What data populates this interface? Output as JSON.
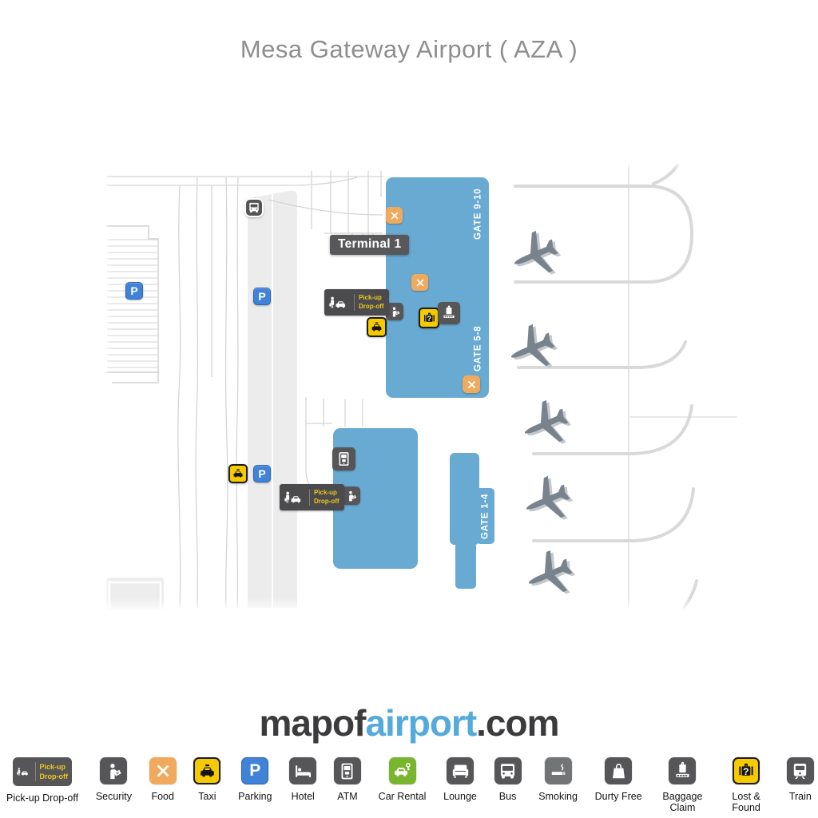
{
  "title": "Mesa Gateway Airport ( AZA )",
  "logo": {
    "prefix": "mapof",
    "highlight": "airport",
    "suffix": ".com"
  },
  "map": {
    "terminal_label": "Terminal 1",
    "gates": [
      {
        "label": "GATE 9-10"
      },
      {
        "label": "GATE 5-8"
      },
      {
        "label": "GATE 1-4"
      }
    ],
    "pickup_badge": {
      "line1": "Pick-up",
      "line2": "Drop-off"
    },
    "icons": {
      "parking_glyph": "P",
      "lost_found_glyph": "?"
    }
  },
  "legend": {
    "items": [
      {
        "label": "Pick-up Drop-off",
        "icon": "pickup-dropoff"
      },
      {
        "label": "Security",
        "icon": "security"
      },
      {
        "label": "Food",
        "icon": "food"
      },
      {
        "label": "Taxi",
        "icon": "taxi"
      },
      {
        "label": "Parking",
        "icon": "parking"
      },
      {
        "label": "Hotel",
        "icon": "hotel"
      },
      {
        "label": "ATM",
        "icon": "atm"
      },
      {
        "label": "Car Rental",
        "icon": "car-rental"
      },
      {
        "label": "Lounge",
        "icon": "lounge"
      },
      {
        "label": "Bus",
        "icon": "bus"
      },
      {
        "label": "Smoking",
        "icon": "smoking"
      },
      {
        "label": "Durty Free",
        "icon": "duty-free"
      },
      {
        "label": "Baggage Claim",
        "icon": "baggage-claim"
      },
      {
        "label": "Lost & Found",
        "icon": "lost-found"
      },
      {
        "label": "Train",
        "icon": "train"
      }
    ]
  },
  "colors": {
    "terminal_blue": "#69aad2",
    "accent_yellow": "#f6ca00",
    "food_orange": "#f0aa5e",
    "parking_blue": "#3f82d8",
    "car_rental_green": "#79b52e",
    "dark_badge": "#565658",
    "logo_blue": "#54aadc",
    "road_gray": "#d8d8d8",
    "plane_gray": "#79838e"
  }
}
